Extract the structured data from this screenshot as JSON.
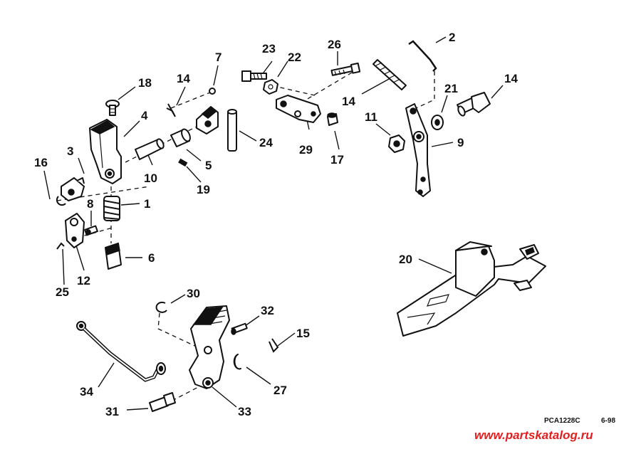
{
  "diagram": {
    "callouts": [
      {
        "id": "c1",
        "text": "1"
      },
      {
        "id": "c2",
        "text": "2"
      },
      {
        "id": "c3",
        "text": "3"
      },
      {
        "id": "c4",
        "text": "4"
      },
      {
        "id": "c5",
        "text": "5"
      },
      {
        "id": "c6",
        "text": "6"
      },
      {
        "id": "c7",
        "text": "7"
      },
      {
        "id": "c8",
        "text": "8"
      },
      {
        "id": "c9",
        "text": "9"
      },
      {
        "id": "c10",
        "text": "10"
      },
      {
        "id": "c11",
        "text": "11"
      },
      {
        "id": "c12",
        "text": "12"
      },
      {
        "id": "c14a",
        "text": "14"
      },
      {
        "id": "c14b",
        "text": "14"
      },
      {
        "id": "c14c",
        "text": "14"
      },
      {
        "id": "c15",
        "text": "15"
      },
      {
        "id": "c16",
        "text": "16"
      },
      {
        "id": "c17",
        "text": "17"
      },
      {
        "id": "c18",
        "text": "18"
      },
      {
        "id": "c19",
        "text": "19"
      },
      {
        "id": "c20",
        "text": "20"
      },
      {
        "id": "c21",
        "text": "21"
      },
      {
        "id": "c22",
        "text": "22"
      },
      {
        "id": "c23",
        "text": "23"
      },
      {
        "id": "c24",
        "text": "24"
      },
      {
        "id": "c25",
        "text": "25"
      },
      {
        "id": "c26",
        "text": "26"
      },
      {
        "id": "c27",
        "text": "27"
      },
      {
        "id": "c29",
        "text": "29"
      },
      {
        "id": "c30",
        "text": "30"
      },
      {
        "id": "c31",
        "text": "31"
      },
      {
        "id": "c32",
        "text": "32"
      },
      {
        "id": "c33",
        "text": "33"
      },
      {
        "id": "c34",
        "text": "34"
      }
    ],
    "reference_code": "PCA1228C",
    "revision": "6-98",
    "watermark": "www.partskatalog.ru"
  }
}
